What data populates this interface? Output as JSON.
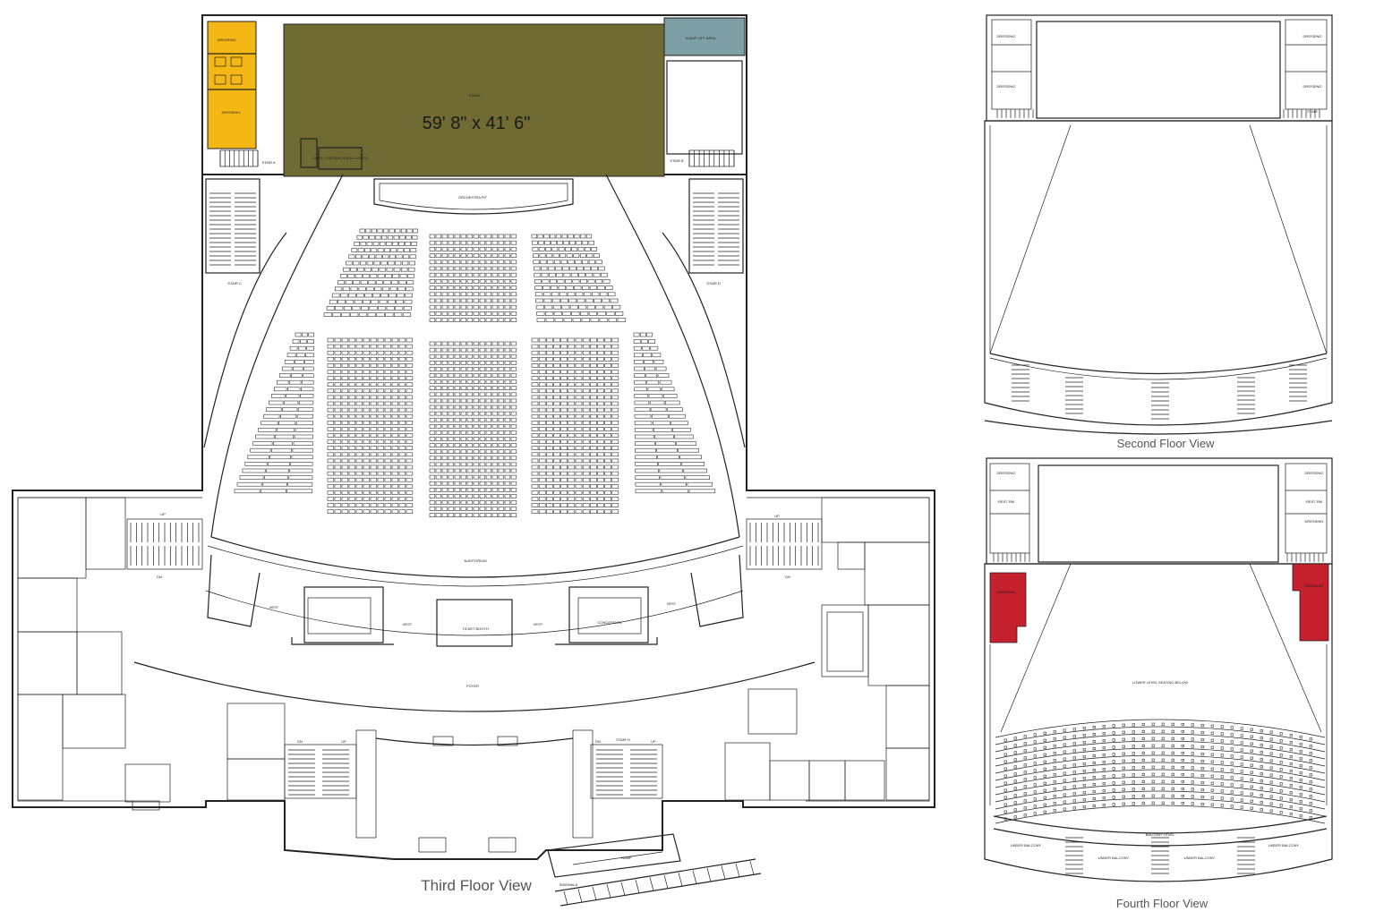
{
  "colors": {
    "stage": "#6f6b33",
    "dressing": "#f5b715",
    "equip_lift": "#7d9ea4",
    "fourth_dressing": "#c4202e"
  },
  "third_floor": {
    "caption": "Third Floor View",
    "stage_label": "STAGE",
    "stage_dims": "59' 8\" x 41' 6\"",
    "dressing_top": "DRESSING",
    "dressing_bottom": "DRESSING",
    "equip_lift": "EQUIP LIFT AREA",
    "stair_a": "STAIR A",
    "stair_b": "STAIR B",
    "stair_c": "STAIR C",
    "stair_d": "STAIR D",
    "stair_h": "STAIR H",
    "orchestra_pit": "ORCHESTRA PIT",
    "auditorium": "AUDITORIUM",
    "vest": "VEST",
    "ticket_booth": "TICKET BOOTH",
    "concession": "CONCESSION",
    "foyer": "FOYER",
    "ramp": "RAMP",
    "sidewalk": "SIDEWALK",
    "up": "UP",
    "dn": "DN",
    "curtain": "CLEO / CURTAIN STAGE LIGHTS"
  },
  "second_floor": {
    "caption": "Second Floor View",
    "dressing": "DRESSING",
    "stair": "STAIR"
  },
  "fourth_floor": {
    "caption": "Fourth Floor View",
    "dressing": "DRESSING",
    "rest_rm": "REST RM",
    "lower_seating": "LOWER LEVEL SEATING BELOW",
    "balcony_level": "BALCONY LEVEL",
    "under_balcony": "UNDER BALCONY"
  }
}
